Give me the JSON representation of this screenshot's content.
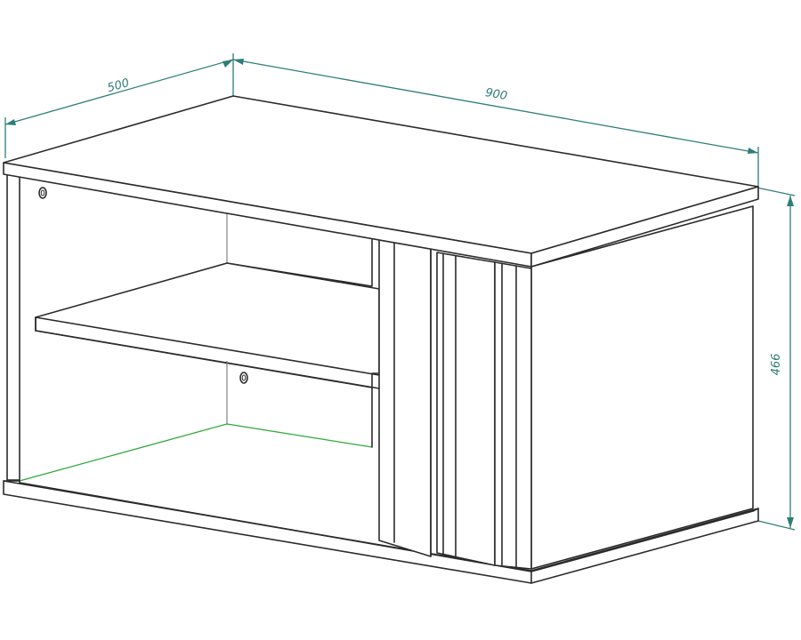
{
  "dimensions": {
    "depth_label": "500",
    "width_label": "900",
    "height_label": "466"
  },
  "colors": {
    "dimension": "#2e7d78",
    "outline": "#2b2b2b",
    "accent_edge": "#2fa83a"
  }
}
